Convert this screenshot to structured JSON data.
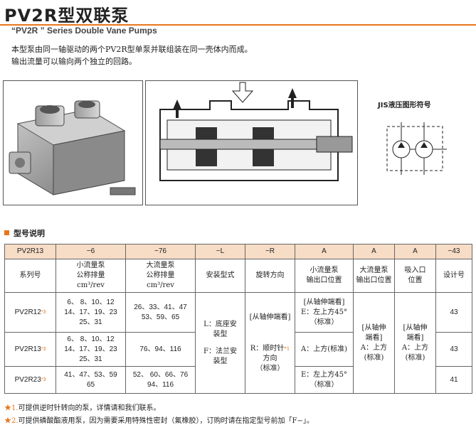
{
  "header": {
    "title": "PV2R型双联泵",
    "subtitle": "“PV2R ” Series Double Vane Pumps"
  },
  "intro": {
    "line1": "本型泵由同一轴驱动的两个PV2R型单泵并联组装在同一壳体内而成。",
    "line2": "输出流量可以输向两个独立的回路。"
  },
  "jis_label": "JIS液压图形符号",
  "section_title": "型号说明",
  "table": {
    "codes": [
      "PV2R13",
      "−6",
      "−76",
      "−L",
      "−R",
      "A",
      "A",
      "A",
      "−43"
    ],
    "labels": {
      "series": "系列号",
      "small_pump": [
        "小流量泵",
        "公称排量",
        "cm³/rev"
      ],
      "large_pump": [
        "大流量泵",
        "公称排量",
        "cm³/rev"
      ],
      "mount": "安装型式",
      "rotation": "旋转方向",
      "small_outlet": [
        "小流量泵",
        "输出口位置"
      ],
      "large_outlet": [
        "大流量泵",
        "输出口位置"
      ],
      "inlet": [
        "吸入口",
        "位置"
      ],
      "design": "设计号"
    },
    "rows": [
      {
        "model": "PV2R12",
        "mark": "*3",
        "small": [
          "6、 8、10、12",
          "14、17、19、23",
          "25、31"
        ],
        "large": [
          "26、33、41、47",
          "53、59、65"
        ],
        "design": "43"
      },
      {
        "model": "PV2R13",
        "mark": "*3",
        "small": [
          "6、 8、10、12",
          "14、17、19、23",
          "25、31"
        ],
        "large": [
          "76、94、116"
        ],
        "design": "43"
      },
      {
        "model": "PV2R23",
        "mark": "*3",
        "small": [
          "41、47、53、59",
          "65"
        ],
        "large": [
          "52、 60、66、76",
          "94、116"
        ],
        "design": "41"
      }
    ],
    "mount_opts": [
      "L：底座安",
      "装型",
      "F：法兰安",
      "装型"
    ],
    "rotation_opts": [
      "[从轴伸端看]",
      "R：顺时针",
      "*1",
      "方向",
      "（标准）"
    ],
    "small_outlet_opts": [
      "[从轴伸端看]",
      "E：左上方45°",
      "（标准）",
      "A：上方(标准)",
      "E：左上方45°",
      "（标准）"
    ],
    "large_outlet_opts": [
      "[从轴伸",
      "端看]",
      "A：上方",
      "(标准)"
    ],
    "inlet_opts": [
      "[从轴伸",
      "端看]",
      "A：上方",
      "(标准)"
    ]
  },
  "notes": [
    {
      "mark": "★1.",
      "text": "可提供逆时针转向的泵，详情请和我们联系。"
    },
    {
      "mark": "★2.",
      "text": "可提供磷酸酯液用泵，因为需要采用特殊性密封（氟橡胶），订购时请在指定型号前加「F−」。"
    }
  ],
  "colors": {
    "accent": "#e8761a",
    "header_fill": "#f7dcc6"
  }
}
